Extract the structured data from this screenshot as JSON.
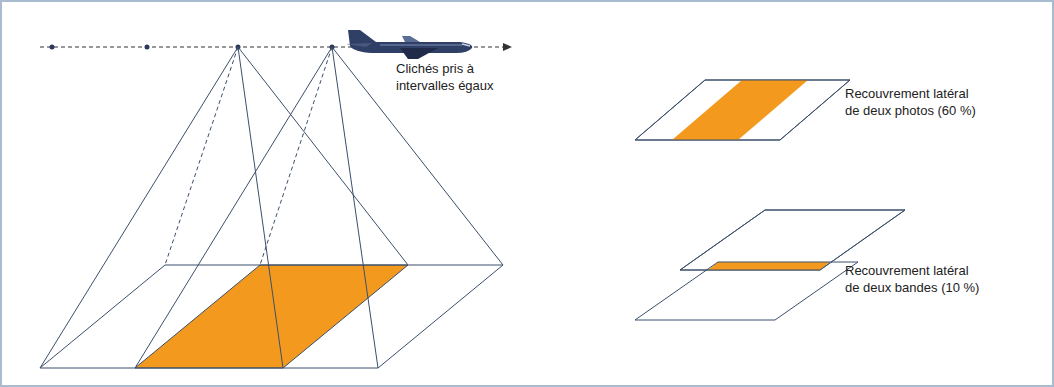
{
  "diagram": {
    "labels": [
      "Clichés pris à intervalles égaux",
      "Recouvrement latéral de deux photos (60 %)",
      "Recouvrement latéral de deux bandes (10 %)"
    ]
  }
}
